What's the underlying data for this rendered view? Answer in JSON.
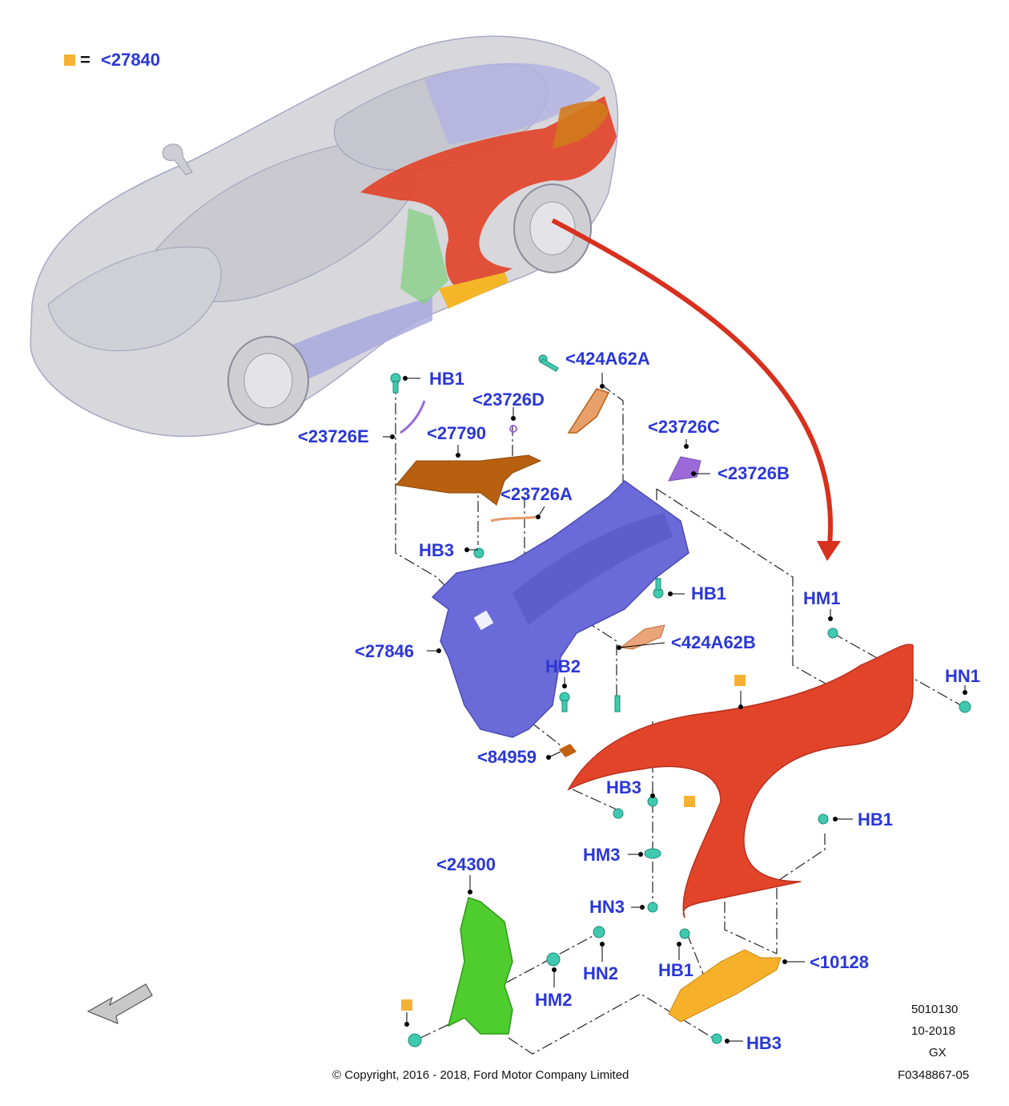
{
  "legend": {
    "marker_color": "#f5b133",
    "equals": "=",
    "part": "<27840"
  },
  "labels": {
    "hb1_top": "HB1",
    "p424a62a": "<424A62A",
    "p23726d": "<23726D",
    "p23726e": "<23726E",
    "p27790": "<27790",
    "p23726c": "<23726C",
    "p23726b": "<23726B",
    "p23726a": "<23726A",
    "hb3_left": "HB3",
    "hb1_mid": "HB1",
    "hm1": "HM1",
    "p27846": "<27846",
    "p424a62b": "<424A62B",
    "hb2": "HB2",
    "hn1": "HN1",
    "p84959": "<84959",
    "hb3_mid": "HB3",
    "hb1_right": "HB1",
    "hm3": "HM3",
    "p24300": "<24300",
    "hn3": "HN3",
    "hn2": "HN2",
    "hb1_low": "HB1",
    "p10128": "<10128",
    "hm2": "HM2",
    "hb3_low": "HB3"
  },
  "colors": {
    "label": "#2a37d6",
    "fender": "#e2442a",
    "inner_panel": "#6a6ad8",
    "bracket_brown": "#b86010",
    "bracket_purple": "#9b6ad8",
    "duct_green": "#4fcc2e",
    "sill_yellow": "#f7b02a",
    "fastener": "#3fcab0",
    "arrow": "#d8301e"
  },
  "footer": {
    "copyright": "© Copyright, 2016 - 2018, Ford Motor Company Limited",
    "code": "5010130",
    "date": "10-2018",
    "model": "GX",
    "figure": "F0348867-05"
  },
  "icons": {
    "direction": "front-direction-arrow-icon"
  }
}
